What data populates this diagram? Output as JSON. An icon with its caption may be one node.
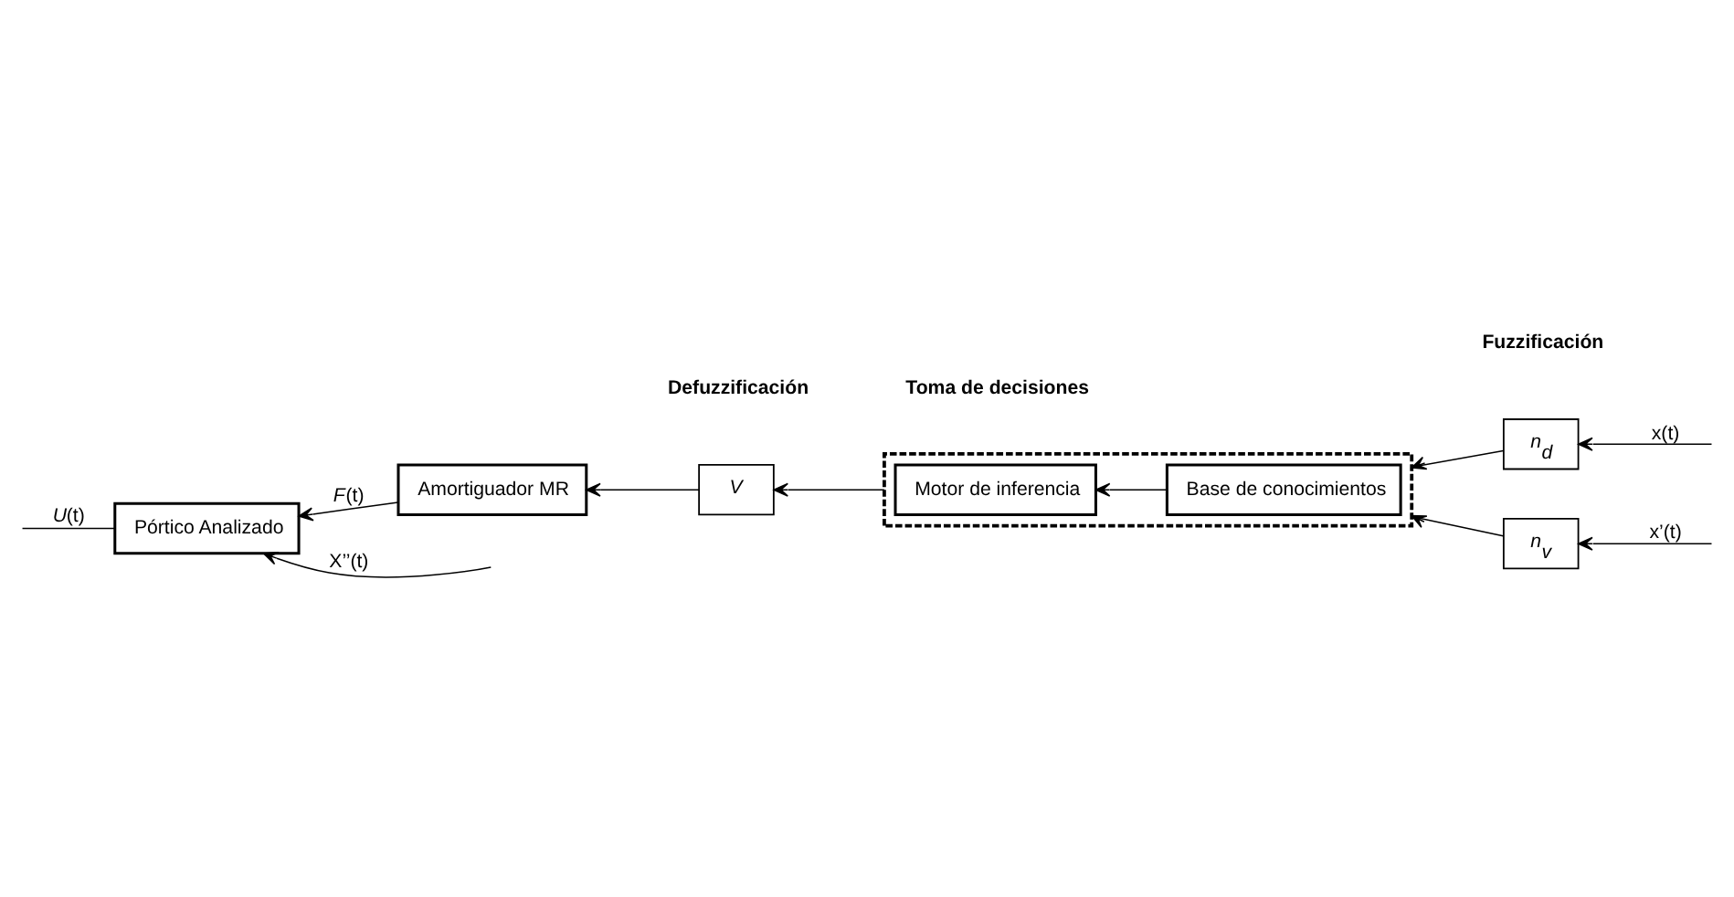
{
  "diagram": {
    "nodes": [
      {
        "text": [
          "Pórtico Analizado"
        ]
      },
      {
        "text": [],
        "shape": "box"
      },
      {
        "text": [
          "Base de conocimientos"
        ],
        "in": 1
      },
      {
        "text": [
          "Motor de inferencia"
        ],
        "in": 1
      },
      {
        "text": [
          "n$_{d}$"
        ]
      },
      {
        "text": [
          "n$_{v}$"
        ]
      },
      {
        "text": [
          "V"
        ]
      },
      {
        "text": [
          "Amortiguador MR"
        ]
      }
    ],
    "edges": [
      {
        "from": null,
        "to": 0,
        "arrow": "to",
        "label": "X’’(t)"
      },
      {
        "from": 0,
        "to": null,
        "arrow": "none",
        "label": "*U*(t)"
      },
      {
        "from": null,
        "to": 4,
        "arrow": "to",
        "label": "x(t)"
      },
      {
        "from": null,
        "to": 5,
        "arrow": "to",
        "label": "x’(t)"
      },
      {
        "from": 4,
        "to": 1,
        "arrow": "to"
      },
      {
        "from": 5,
        "to": 1,
        "arrow": "to"
      },
      {
        "from": 2,
        "to": 3,
        "arrow": "to"
      },
      {
        "from": 1,
        "to": 6,
        "arrow": "to"
      },
      {
        "from": 6,
        "to": 7,
        "arrow": "to"
      },
      {
        "from": 7,
        "to": 0,
        "arrow": "to",
        "label": "*F*(t)"
      }
    ],
    "labels": [
      "Defuzzificación",
      "Toma de decisiones",
      "Fuzzificación"
    ]
  }
}
